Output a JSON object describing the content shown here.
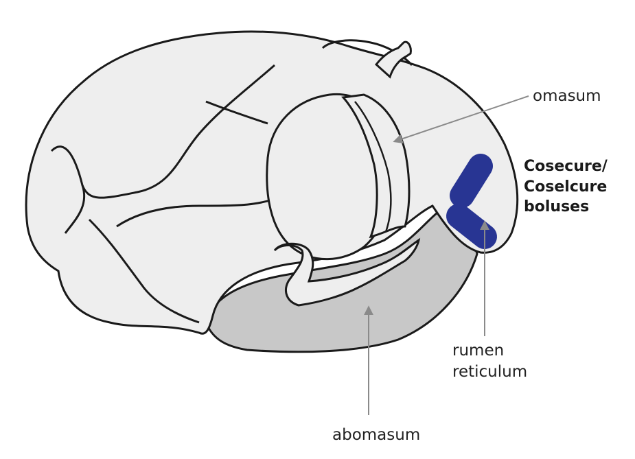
{
  "labels": {
    "omasum": "omasum",
    "bolus": [
      "Cosecure/",
      "Coselcure",
      "boluses"
    ],
    "rumen": [
      "rumen",
      "reticulum"
    ],
    "abomasum": "abomasum"
  },
  "colors": {
    "organ_fill": "#eeeeee",
    "abomasum_fill": "#c8c8c8",
    "outline": "#1a1a1a",
    "bolus": "#283593",
    "arrow": "#8a8a8a",
    "text": "#222222"
  }
}
